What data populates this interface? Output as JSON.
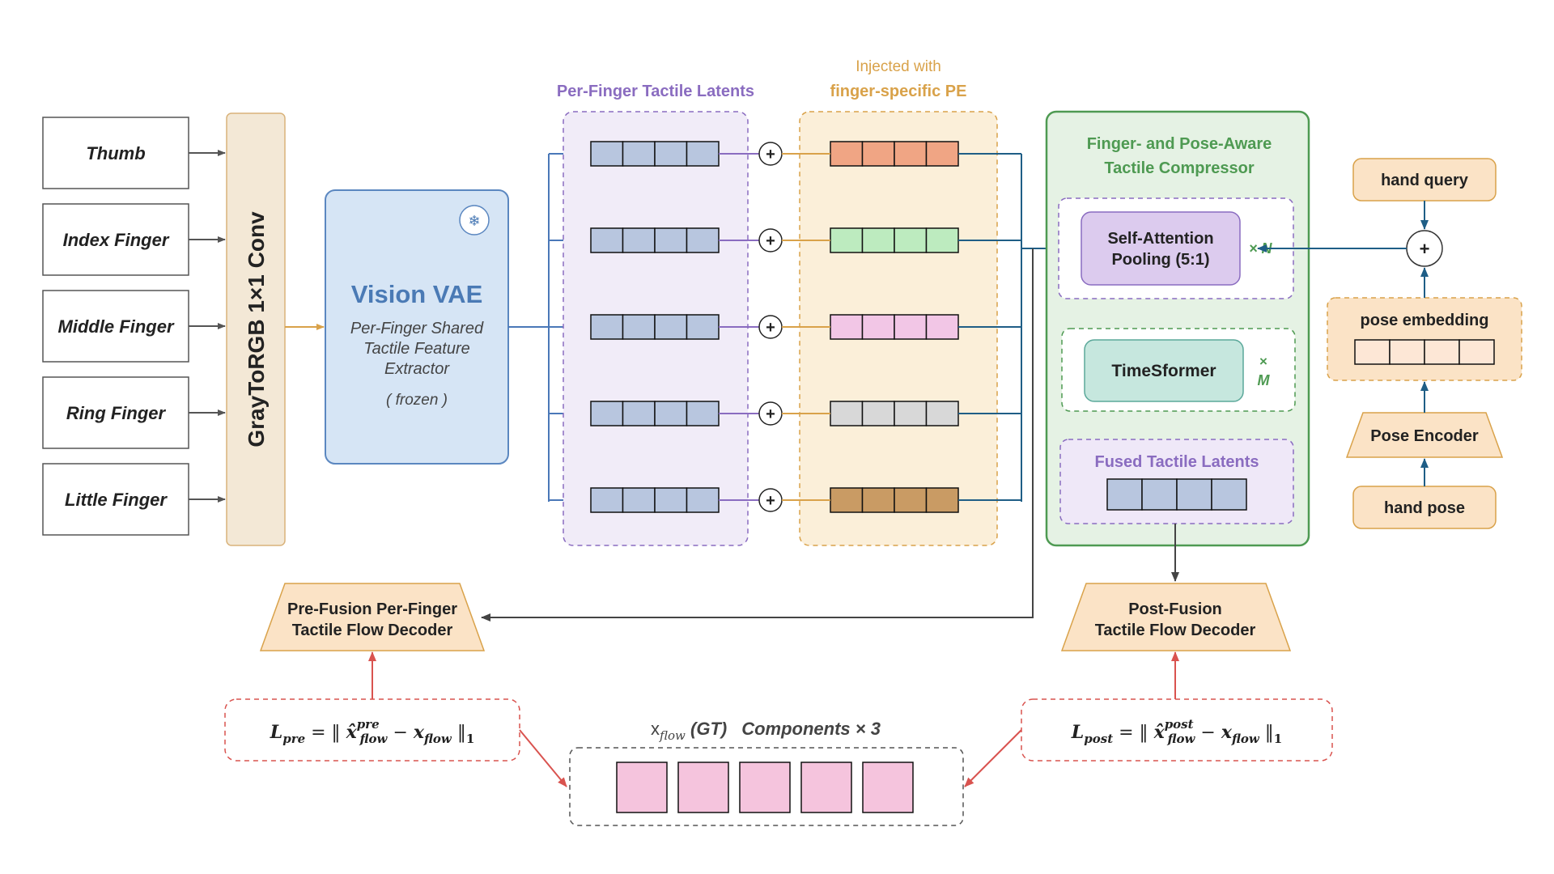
{
  "fingers": [
    "Thumb",
    "Index Finger",
    "Middle Finger",
    "Ring Finger",
    "Little Finger"
  ],
  "gray_conv": "GrayToRGB 1×1 Conv",
  "vae": {
    "title": "Vision VAE",
    "line1": "Per-Finger Shared",
    "line2": "Tactile Feature",
    "line3": "Extractor",
    "note": "( frozen )",
    "badge": "❄"
  },
  "latents_title": "Per-Finger Tactile Latents",
  "pe": {
    "top": "Injected with",
    "title": "finger-specific PE",
    "colors": [
      "#f0a584",
      "#bdebbf",
      "#f2c6e6",
      "#d8d8d8",
      "#c99b64"
    ]
  },
  "plus": "+",
  "compressor": {
    "title1": "Finger- and Pose-Aware",
    "title2": "Tactile Compressor",
    "sap1": "Self-Attention",
    "sap2": "Pooling (5:1)",
    "times_n": "× N",
    "timesformer": "TimeSformer",
    "times_m1": "×",
    "times_m2": "M",
    "fused": "Fused Tactile Latents"
  },
  "hand_query": "hand query",
  "pose_embedding": "pose embedding",
  "pose_encoder": "Pose Encoder",
  "hand_pose": "hand pose",
  "pre_decoder": {
    "line1": "Pre-Fusion Per-Finger",
    "line2": "Tactile Flow Decoder"
  },
  "post_decoder": {
    "line1": "Post-Fusion",
    "line2": "Tactile Flow Decoder"
  },
  "loss_pre": {
    "L": "L",
    "sub": "pre",
    "eq": " = ‖ ",
    "x": "x̂",
    "sup": "pre",
    "xsub": "flow",
    "minus": " − ",
    "x2": "x",
    "x2sub": "flow",
    "end": " ‖",
    "endsub": "1"
  },
  "loss_post": {
    "L": "L",
    "sub": "post",
    "eq": " = ‖ ",
    "x": "x̂",
    "sup": "post",
    "xsub": "flow",
    "minus": " − ",
    "x2": "x",
    "x2sub": "flow",
    "end": " ‖",
    "endsub": "1"
  },
  "gt": {
    "x": "x",
    "sub": "flow",
    "gt": " (GT)",
    "label": "Components × 3"
  },
  "colors": {
    "latent": "#b8c6df",
    "vae_fill": "#d6e5f5",
    "vae_stroke": "#5b87c0",
    "vae_title": "#4a7ab5",
    "purple": "#8a6cc0",
    "orange": "#d9a24a",
    "green": "#4e9a52",
    "teal_line": "#1f5e86",
    "blue_line": "#4a78b8",
    "peach": "#fbe3c6",
    "red": "#d9534f",
    "pink": "#f5c4dd"
  }
}
